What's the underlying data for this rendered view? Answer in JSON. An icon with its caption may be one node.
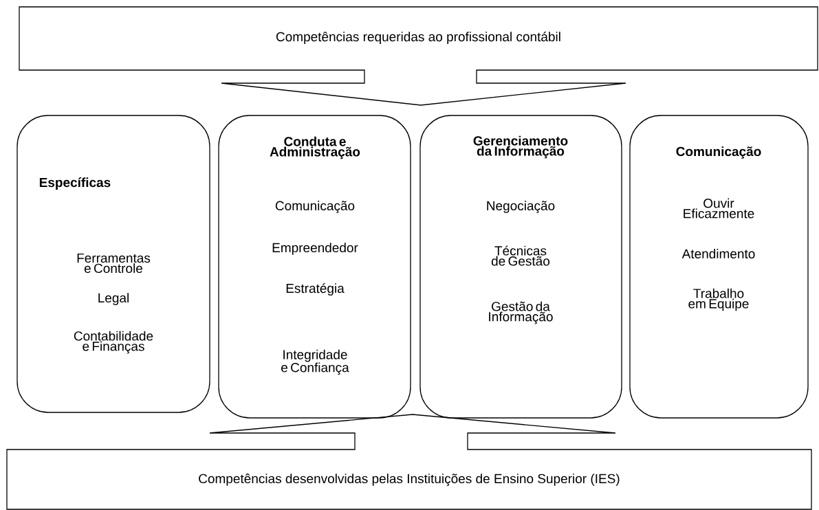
{
  "diagram": {
    "nodes": [
      {
        "text": [
          "Competências requeridas ao profissional contábil"
        ]
      },
      {
        "text": [
          "Específicas",
          "Ferramentas e Controle",
          "Legal",
          "Contabilidade e Finanças"
        ]
      },
      {
        "text": [
          "Conduta e Administração",
          "Comunicação",
          "Empreendedor",
          "Estratégia",
          "Integridade e Confiança"
        ]
      },
      {
        "text": [
          "Gerenciamento da Informação",
          "Negociação",
          "Técnicas de Gestão",
          "Gestão da Informação"
        ]
      },
      {
        "text": [
          "Comunicação",
          "Ouvir Eficazmente",
          "Atendimento",
          "Trabalho em Equipe"
        ]
      },
      {
        "text": [
          "Competências desenvolvidas pelas Instituições de Ensino Superior (IES)"
        ]
      }
    ],
    "edges": []
  }
}
